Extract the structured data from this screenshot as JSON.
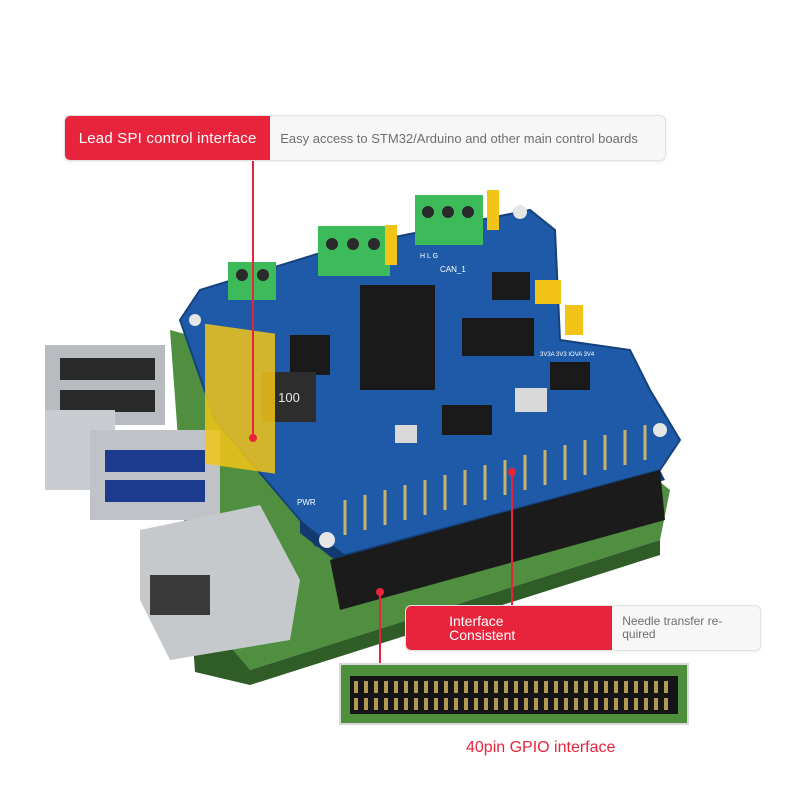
{
  "callouts": {
    "spi": {
      "tag": "Lead SPI control interface",
      "desc": "Easy access to STM32/Arduino and other main control boards"
    },
    "interface": {
      "tag": "Interface Consistent",
      "desc": "Needle transfer re-quired"
    }
  },
  "gpio_label": "40pin GPIO interface",
  "board": {
    "labels": {
      "top_inductor": "100",
      "pwr": "PWR",
      "can": "CAN_1",
      "hl": "H L G",
      "volt": "3V3A 3V3 IOVA 3V4"
    }
  },
  "colors": {
    "accent_red": "#e8243c",
    "board_blue": "#1f5aa8",
    "pcb_green": "#4a8a3c",
    "terminal_green": "#3dbb5a",
    "header_black": "#1b1b1b"
  }
}
